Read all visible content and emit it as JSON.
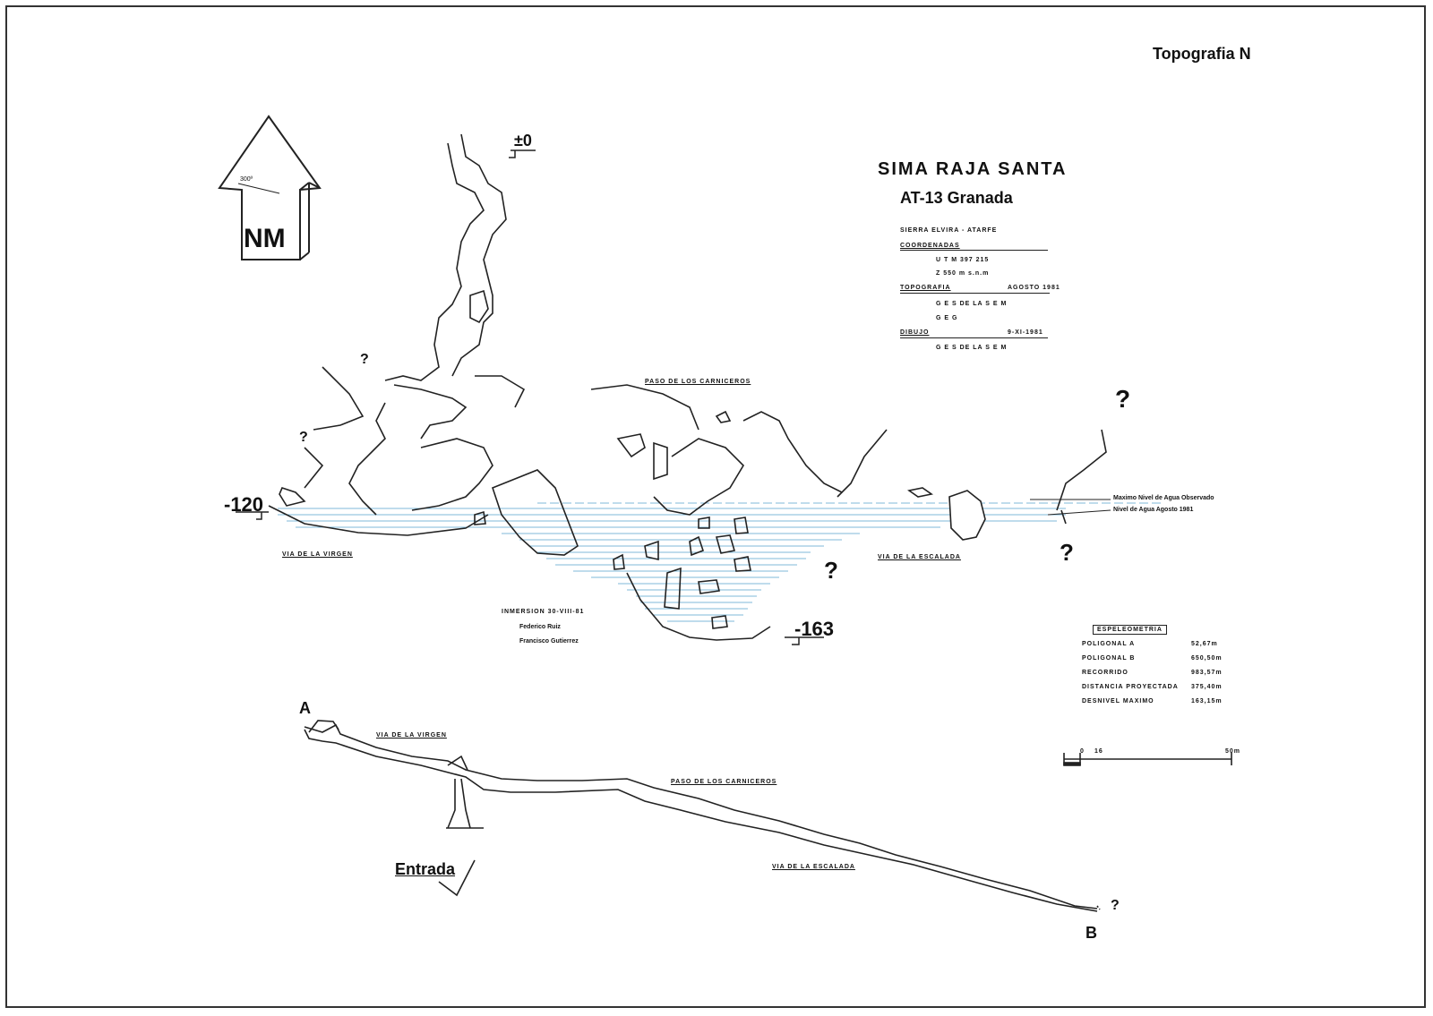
{
  "page_tag": "Topografia  N",
  "title": "SIMA   RAJA   SANTA",
  "subtitle": "AT-13  Granada",
  "north_label": "NM",
  "north_sub": "300º",
  "info": {
    "sierra": "SIERRA ELVIRA - ATARFE",
    "coord_label": "COORDENADAS",
    "utm": "U T M   397 215",
    "z": "Z   550 m s.n.m",
    "topo_label": "TOPOGRAFIA",
    "topo_date": "AGOSTO 1981",
    "topo_team1": "G E S  DE LA  S E M",
    "topo_team2": "G E G",
    "dibujo_label": "DIBUJO",
    "dibujo_date": "9-XI-1981",
    "dibujo_team": "G E S  DE LA  S E M"
  },
  "depths": {
    "top": "±0",
    "mid": "-120",
    "bottom": "-163"
  },
  "labels": {
    "paso": "PASO  DE  LOS  CARNICEROS",
    "via_virgen": "VIA  DE  LA  VIRGEN",
    "via_escalada": "VIA  DE  LA  ESCALADA",
    "max_nivel": "Maximo Nivel de Agua Observado",
    "nivel": "Nivel de Agua  Agosto 1981",
    "inmersion": "INMERSION  30-VIII-81",
    "diver1": "Federico Ruiz",
    "diver2": "Francisco Gutierrez",
    "question": "?"
  },
  "espeleometria": {
    "heading": "ESPELEOMETRIA",
    "rows": [
      {
        "label": "POLIGONAL  A",
        "value": "52,67m"
      },
      {
        "label": "POLIGONAL  B",
        "value": "650,50m"
      },
      {
        "label": "RECORRIDO",
        "value": "983,57m"
      },
      {
        "label": "DISTANCIA  PROYECTADA",
        "value": "375,40m"
      },
      {
        "label": "DESNIVEL  MAXIMO",
        "value": "163,15m"
      }
    ]
  },
  "scale": {
    "zero": "0",
    "mid": "16",
    "end": "50m"
  },
  "plan": {
    "point_a": "A",
    "point_b": "B",
    "entrada": "Entrada",
    "via_virgen": "VIA  DE  LA  VIRGEN",
    "paso": "PASO  DE  LOS  CARNICEROS",
    "via_escalada": "VIA  DE  LA  ESCALADA"
  }
}
